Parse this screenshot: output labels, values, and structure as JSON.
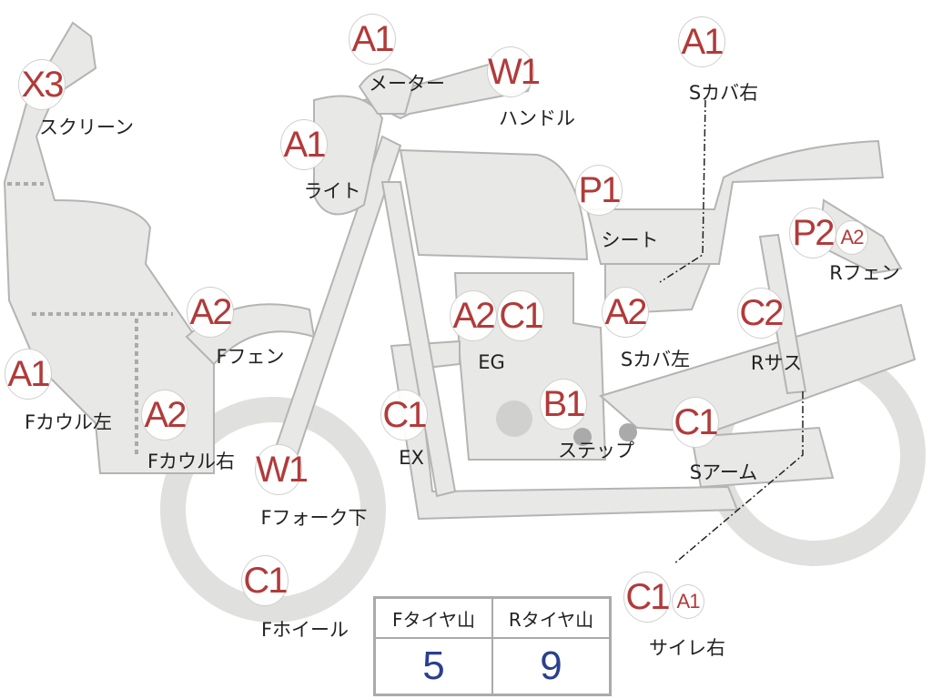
{
  "parts": [
    {
      "code": "X3",
      "label": "スクリーン"
    },
    {
      "code": "A1",
      "label": "メーター"
    },
    {
      "code": "W1",
      "label": "ハンドル"
    },
    {
      "code": "A1",
      "label": "Sカバ右"
    },
    {
      "code": "A1",
      "label": "ライト"
    },
    {
      "code": "P1",
      "label": "シート"
    },
    {
      "code": "P2",
      "code2": "A2",
      "label": "Rフェン"
    },
    {
      "code": "A2",
      "label": "Fフェン"
    },
    {
      "code": "A2",
      "code2": "C1",
      "label": "EG"
    },
    {
      "code": "A2",
      "label": "Sカバ左"
    },
    {
      "code": "C2",
      "label": "Rサス"
    },
    {
      "code": "A1",
      "label": "Fカウル左"
    },
    {
      "code": "A2",
      "label": "Fカウル右"
    },
    {
      "code": "C1",
      "label": "EX"
    },
    {
      "code": "B1",
      "label": "ステップ"
    },
    {
      "code": "C1",
      "label": "Sアーム"
    },
    {
      "code": "W1",
      "label": "Fフォーク下"
    },
    {
      "code": "C1",
      "label": "Fホイール"
    },
    {
      "code": "C1",
      "code2": "A1",
      "label": "サイレ右"
    }
  ],
  "tire_table": {
    "headers": [
      "Fタイヤ山",
      "Rタイヤ山"
    ],
    "values": [
      "5",
      "9"
    ]
  }
}
